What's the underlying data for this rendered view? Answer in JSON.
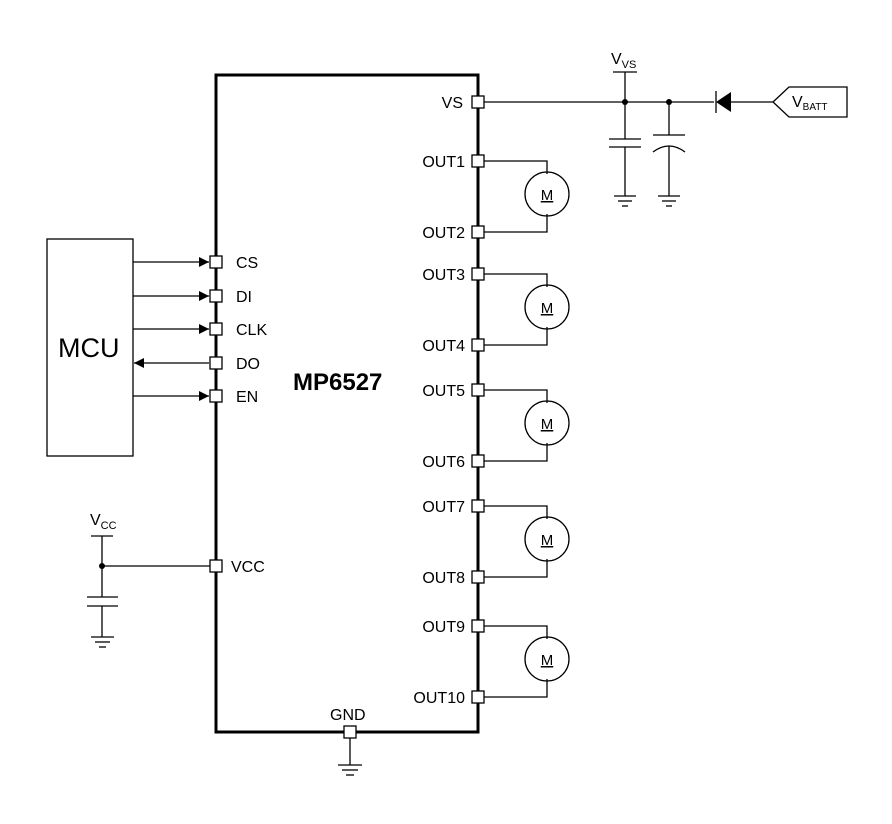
{
  "chip": {
    "name": "MP6527"
  },
  "mcu": {
    "label": "MCU"
  },
  "left_pins": [
    {
      "label": "CS",
      "direction": "in"
    },
    {
      "label": "DI",
      "direction": "in"
    },
    {
      "label": "CLK",
      "direction": "in"
    },
    {
      "label": "DO",
      "direction": "out"
    },
    {
      "label": "EN",
      "direction": "in"
    }
  ],
  "power": {
    "vcc_pin": "VCC",
    "vs_pin": "VS",
    "gnd_pin": "GND",
    "vcc_rail": {
      "main": "V",
      "sub": "CC"
    },
    "vvs_rail": {
      "main": "V",
      "sub": "VS"
    },
    "vbatt": {
      "main": "V",
      "sub": "BATT"
    }
  },
  "outputs": [
    "OUT1",
    "OUT2",
    "OUT3",
    "OUT4",
    "OUT5",
    "OUT6",
    "OUT7",
    "OUT8",
    "OUT9",
    "OUT10"
  ],
  "motors": [
    {
      "label": "M"
    },
    {
      "label": "M"
    },
    {
      "label": "M"
    },
    {
      "label": "M"
    },
    {
      "label": "M"
    }
  ]
}
